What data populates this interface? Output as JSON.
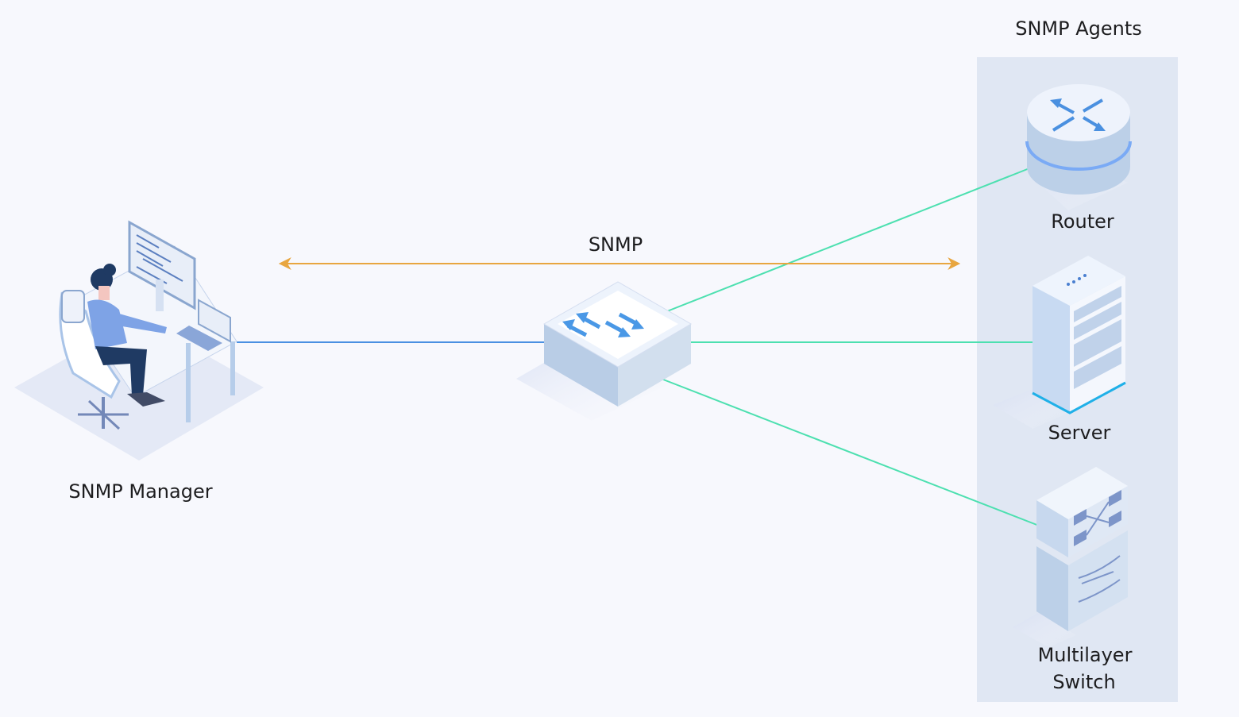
{
  "agents_title": "SNMP Agents",
  "protocol_label": "SNMP",
  "manager_label": "SNMP Manager",
  "agents": [
    {
      "label": "Router"
    },
    {
      "label": "Server"
    },
    {
      "label_line1": "Multilayer",
      "label_line2": "Switch"
    }
  ],
  "colors": {
    "background": "#f7f8fd",
    "agents_panel": "#e0e7f3",
    "snmp_arrow": "#e8a640",
    "agent_links": "#4de0b0",
    "manager_link": "#4a90e2"
  },
  "icons": [
    "person-at-workstation-icon",
    "switch-icon",
    "router-icon",
    "server-icon",
    "multilayer-switch-icon"
  ]
}
